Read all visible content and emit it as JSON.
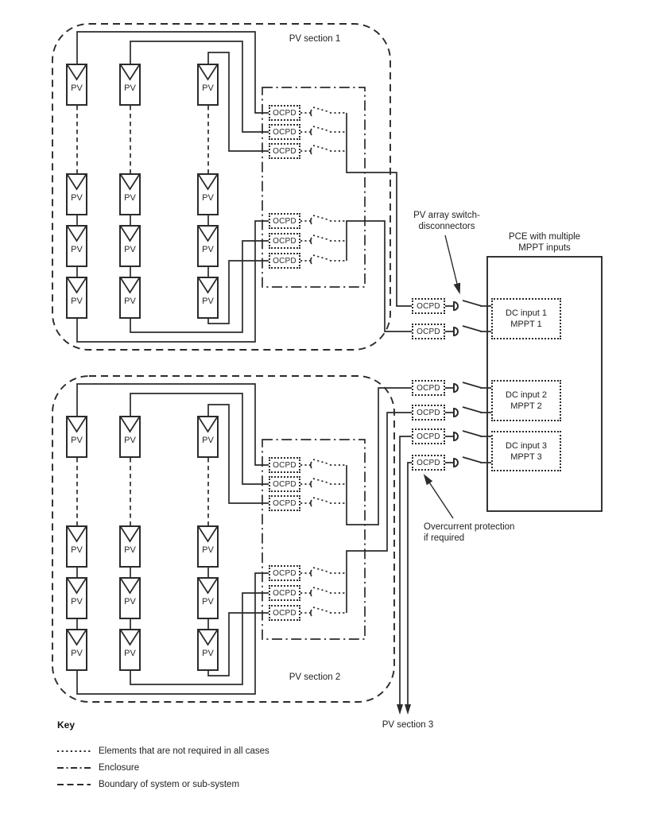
{
  "labels": {
    "pv_module": "PV",
    "ocpd": "OCPD",
    "section1": "PV section 1",
    "section2": "PV section 2",
    "section3": "PV section 3",
    "pce_line1": "PCE with multiple",
    "pce_line2": "MPPT inputs",
    "switch_disconnectors_line1": "PV array switch-",
    "switch_disconnectors_line2": "disconnectors",
    "overcurrent_line1": "Overcurrent protection",
    "overcurrent_line2": "if required"
  },
  "dc_inputs": [
    {
      "line1": "DC input 1",
      "line2": "MPPT 1"
    },
    {
      "line1": "DC input 2",
      "line2": "MPPT 2"
    },
    {
      "line1": "DC input 3",
      "line2": "MPPT 3"
    }
  ],
  "key": {
    "title": "Key",
    "entries": [
      {
        "style": "dotted",
        "label": "Elements that are not required in all cases"
      },
      {
        "style": "dashdot",
        "label": "Enclosure"
      },
      {
        "style": "dashed",
        "label": "Boundary of system or sub-system"
      }
    ]
  },
  "colors": {
    "line": "#2b2b2b",
    "background": "#ffffff"
  }
}
